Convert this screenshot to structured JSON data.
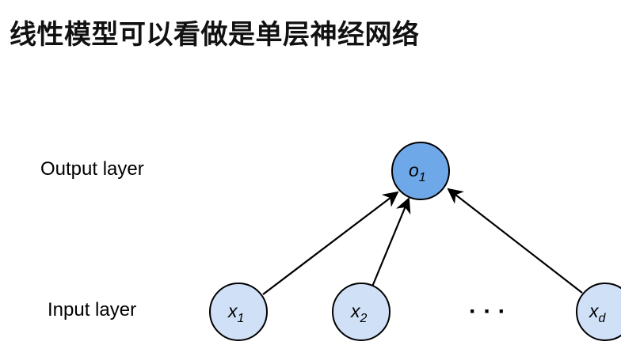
{
  "title": "线性模型可以看做是单层神经网络",
  "labels": {
    "output_layer": "Output layer",
    "input_layer": "Input layer"
  },
  "nodes": {
    "output": {
      "symbol": "o",
      "sub": "1"
    },
    "inputs": [
      {
        "symbol": "x",
        "sub": "1"
      },
      {
        "symbol": "x",
        "sub": "2"
      },
      {
        "symbol": "x",
        "sub": "d"
      }
    ],
    "ellipsis": "· · ·"
  },
  "colors": {
    "output_fill": "#6FA8E8",
    "input_fill": "#CFE0F7",
    "stroke": "#000000"
  }
}
